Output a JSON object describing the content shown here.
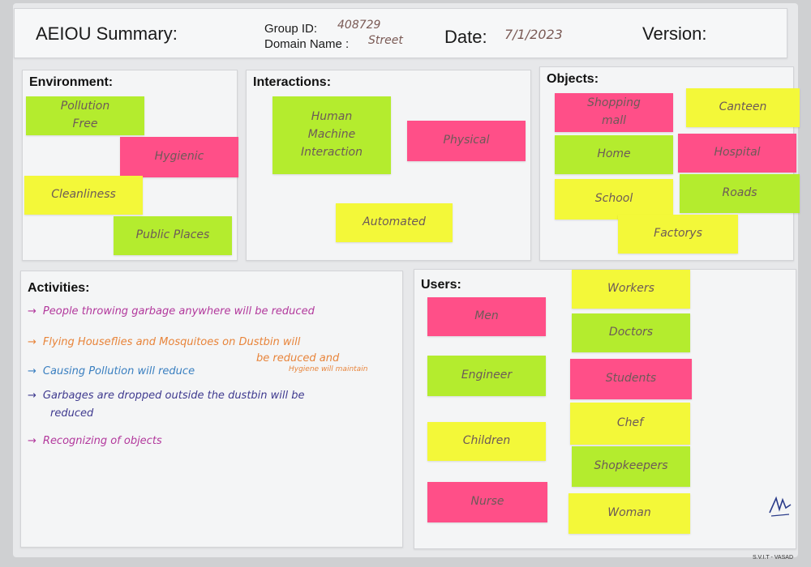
{
  "header": {
    "title": "AEIOU Summary:",
    "group_id_label": "Group ID:",
    "group_id_value": "408729",
    "domain_label": "Domain Name :",
    "domain_value": "Street",
    "date_label": "Date:",
    "date_value": "7/1/2023",
    "version_label": "Version:"
  },
  "environment": {
    "title": "Environment:",
    "notes": [
      "Pollution\nFree",
      "Hygienic",
      "Cleanliness",
      "Public Places"
    ]
  },
  "interactions": {
    "title": "Interactions:",
    "notes": [
      "Human\nMachine\nInteraction",
      "Physical",
      "Automated"
    ]
  },
  "objects": {
    "title": "Objects:",
    "notes": [
      "Shopping\nmall",
      "Canteen",
      "Home",
      "Hospital",
      "School",
      "Roads",
      "Factorys"
    ]
  },
  "activities": {
    "title": "Activities:",
    "items": [
      {
        "text": "People throwing garbage anywhere will be reduced",
        "color": "#b2389c"
      },
      {
        "text": "Flying Houseflies and Mosquitoes on Dustbin will",
        "color": "#e8843a"
      },
      {
        "text": "be reduced and",
        "color": "#e8843a"
      },
      {
        "text": "Causing Pollution will reduce",
        "color": "#3a7fc0"
      },
      {
        "text": "Hygiene will maintain",
        "color": "#e8843a"
      },
      {
        "text": "Garbages are dropped outside the dustbin will be",
        "color": "#3f3a8f"
      },
      {
        "text": "reduced",
        "color": "#3f3a8f"
      },
      {
        "text": "Recognizing of objects",
        "color": "#b2389c"
      }
    ]
  },
  "users": {
    "title": "Users:",
    "notes": [
      "Men",
      "Engineer",
      "Children",
      "Nurse",
      "Workers",
      "Doctors",
      "Students",
      "Chef",
      "Shopkeepers",
      "Woman"
    ]
  },
  "footer": {
    "text": "S.V.I.T - VASAD"
  },
  "colors": {
    "green_note": "#b4ec2e",
    "pink_note": "#ff4f88",
    "yellow_note": "#f3f839"
  }
}
